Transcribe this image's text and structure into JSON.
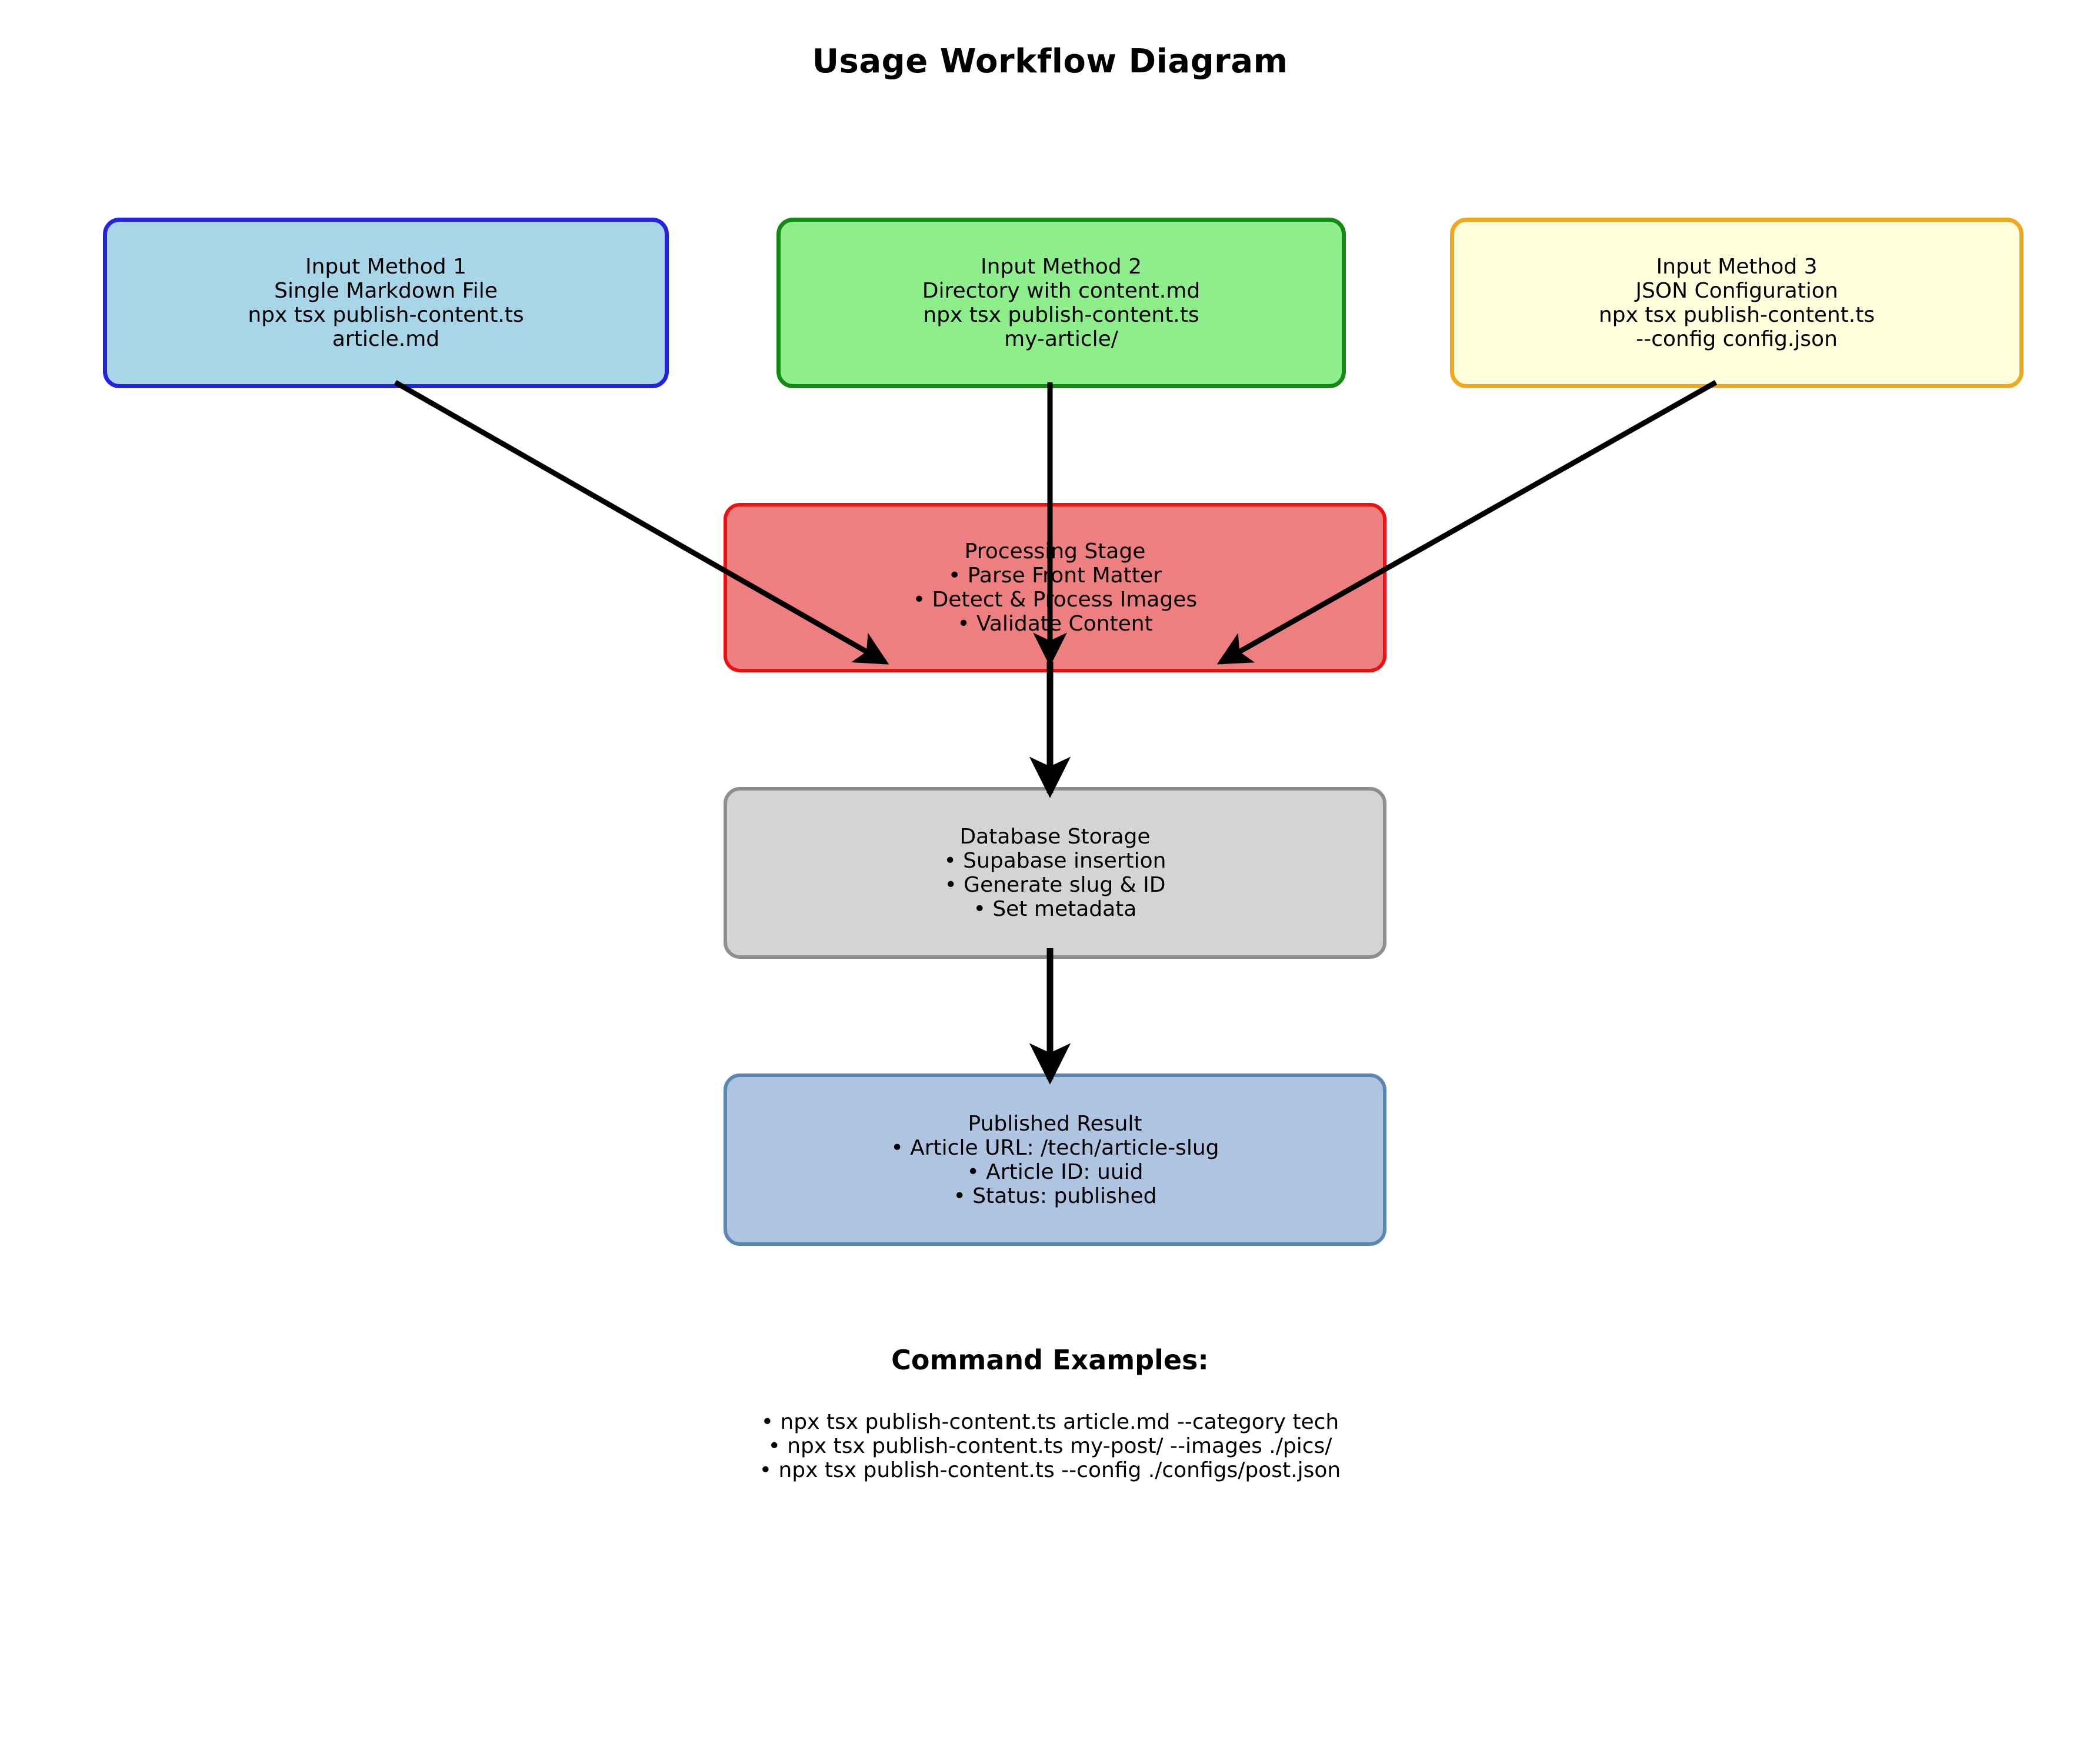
{
  "title": "Usage Workflow Diagram",
  "colors": {
    "input1_fill": "#a8d5e8",
    "input1_border": "#2323e0",
    "input2_fill": "#8fee8c",
    "input2_border": "#148a14",
    "input3_fill": "#ffffdc",
    "input3_border": "#f0a91e",
    "processing_fill": "#ee7f80",
    "processing_border": "#ee1111",
    "database_fill": "#d4d4d4",
    "database_border": "#8e8e8e",
    "published_fill": "#aec4e0",
    "published_border": "#5a86b4",
    "arrow": "#000000",
    "text": "#000000",
    "background": "#ffffff"
  },
  "nodes": {
    "input1": {
      "lines": [
        "Input Method 1",
        "Single Markdown File",
        "npx tsx publish-content.ts",
        "article.md"
      ]
    },
    "input2": {
      "lines": [
        "Input Method 2",
        "Directory with content.md",
        "npx tsx publish-content.ts",
        "my-article/"
      ]
    },
    "input3": {
      "lines": [
        "Input Method 3",
        "JSON Configuration",
        "npx tsx publish-content.ts",
        "--config config.json"
      ]
    },
    "processing": {
      "lines": [
        "Processing Stage",
        "• Parse Front Matter",
        "• Detect & Process Images",
        "• Validate Content"
      ]
    },
    "database": {
      "lines": [
        "Database Storage",
        "• Supabase insertion",
        "• Generate slug & ID",
        "• Set metadata"
      ]
    },
    "published": {
      "lines": [
        "Published Result",
        "• Article URL: /tech/article-slug",
        "• Article ID: uuid",
        "• Status: published"
      ]
    }
  },
  "command_examples": {
    "heading": "Command Examples:",
    "items": [
      "• npx tsx publish-content.ts article.md --category tech",
      "• npx tsx publish-content.ts my-post/ --images ./pics/",
      "• npx tsx publish-content.ts --config ./configs/post.json"
    ]
  }
}
